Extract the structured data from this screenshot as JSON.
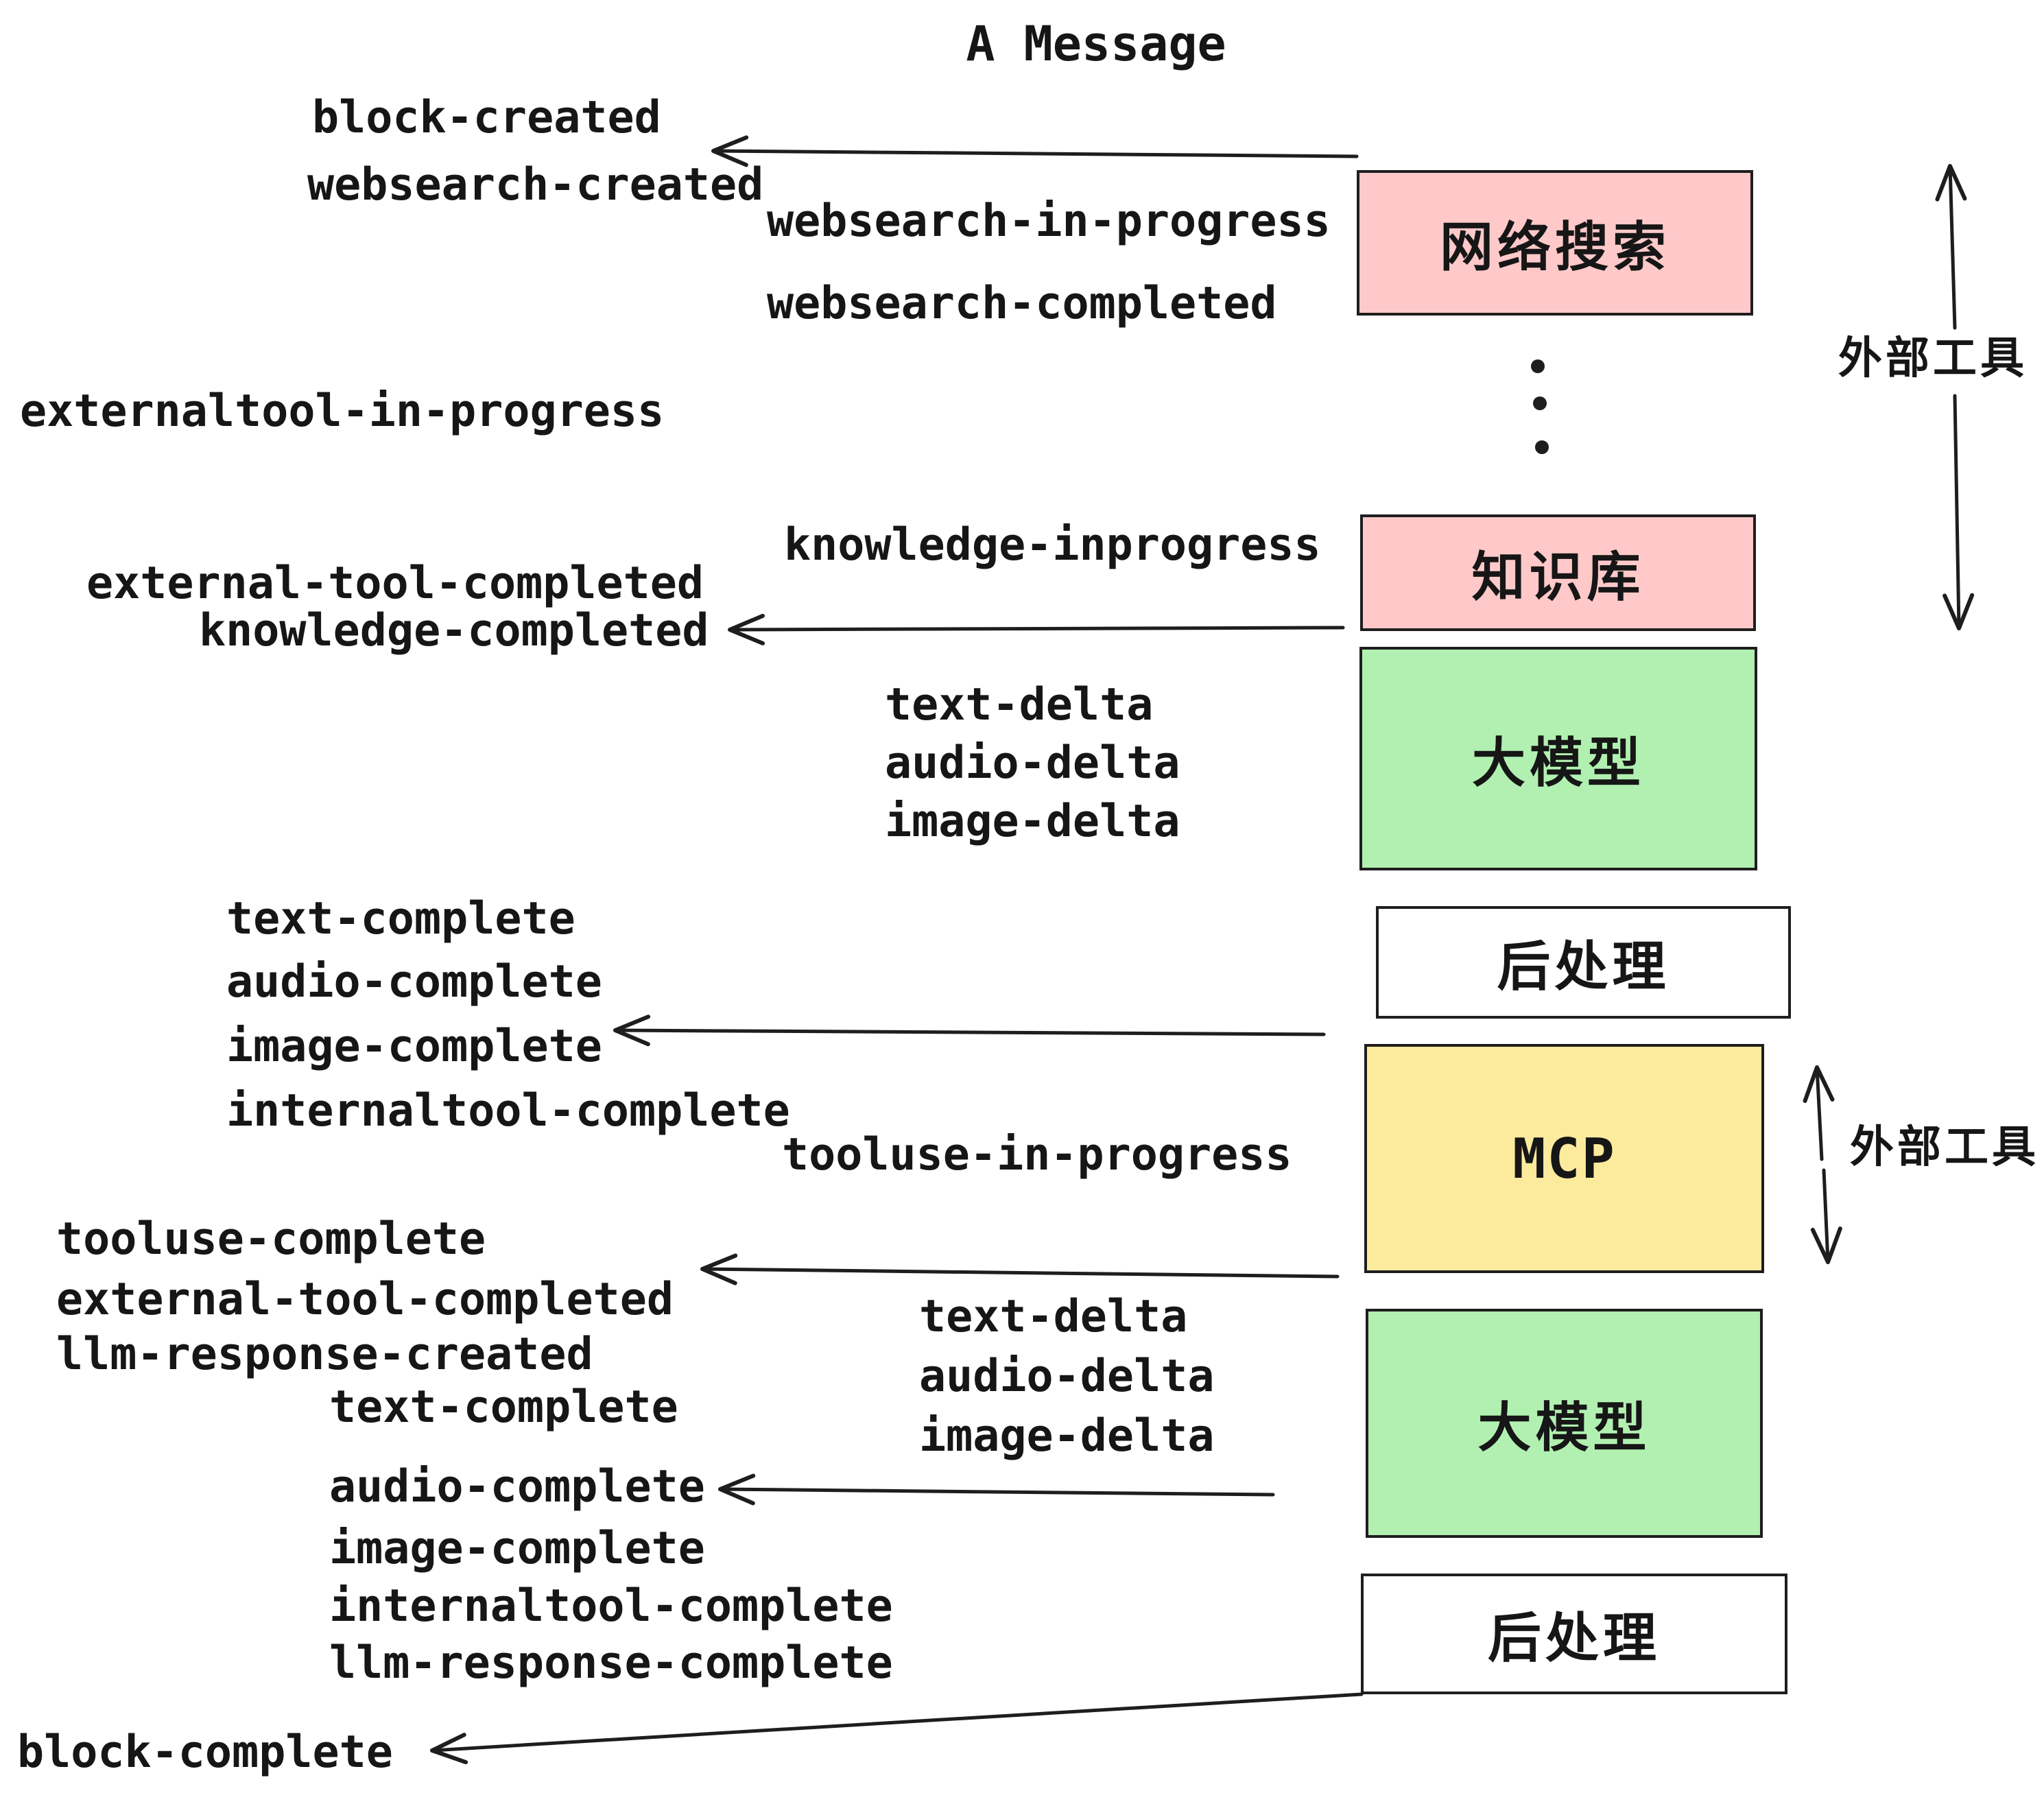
{
  "title": "A Message",
  "boxes": [
    {
      "label": "网络搜索",
      "meaning": "web-search",
      "color": "#ffc9c9"
    },
    {
      "label": "知识库",
      "meaning": "knowledge-base",
      "color": "#ffc9c9"
    },
    {
      "label": "大模型",
      "meaning": "large-model-1",
      "color": "#b1f0b1"
    },
    {
      "label": "后处理",
      "meaning": "post-processing-1",
      "color": "#ffffff"
    },
    {
      "label": "MCP",
      "meaning": "mcp",
      "color": "#fdeb9d"
    },
    {
      "label": "大模型",
      "meaning": "large-model-2",
      "color": "#b1f0b1"
    },
    {
      "label": "后处理",
      "meaning": "post-processing-2",
      "color": "#ffffff"
    }
  ],
  "events": [
    "block-created",
    "websearch-created",
    "websearch-in-progress",
    "websearch-completed",
    "externaltool-in-progress",
    "knowledge-inprogress",
    "external-tool-completed",
    "knowledge-completed",
    "text-delta",
    "audio-delta",
    "image-delta",
    "text-complete",
    "audio-complete",
    "image-complete",
    "internaltool-complete",
    "tooluse-in-progress",
    "tooluse-complete",
    "external-tool-completed",
    "llm-response-created",
    "text-complete",
    "text-delta",
    "audio-delta",
    "image-delta",
    "audio-complete",
    "image-complete",
    "internaltool-complete",
    "llm-response-complete",
    "block-complete"
  ],
  "annotations": [
    "外部工具",
    "外部工具"
  ],
  "colors": {
    "box_pink": "#ffc9c9",
    "box_green": "#b1f0b1",
    "box_yellow": "#fdeb9d",
    "box_white": "#ffffff",
    "stroke": "#1e1e1e",
    "text": "#161616",
    "background": "#ffffff"
  }
}
